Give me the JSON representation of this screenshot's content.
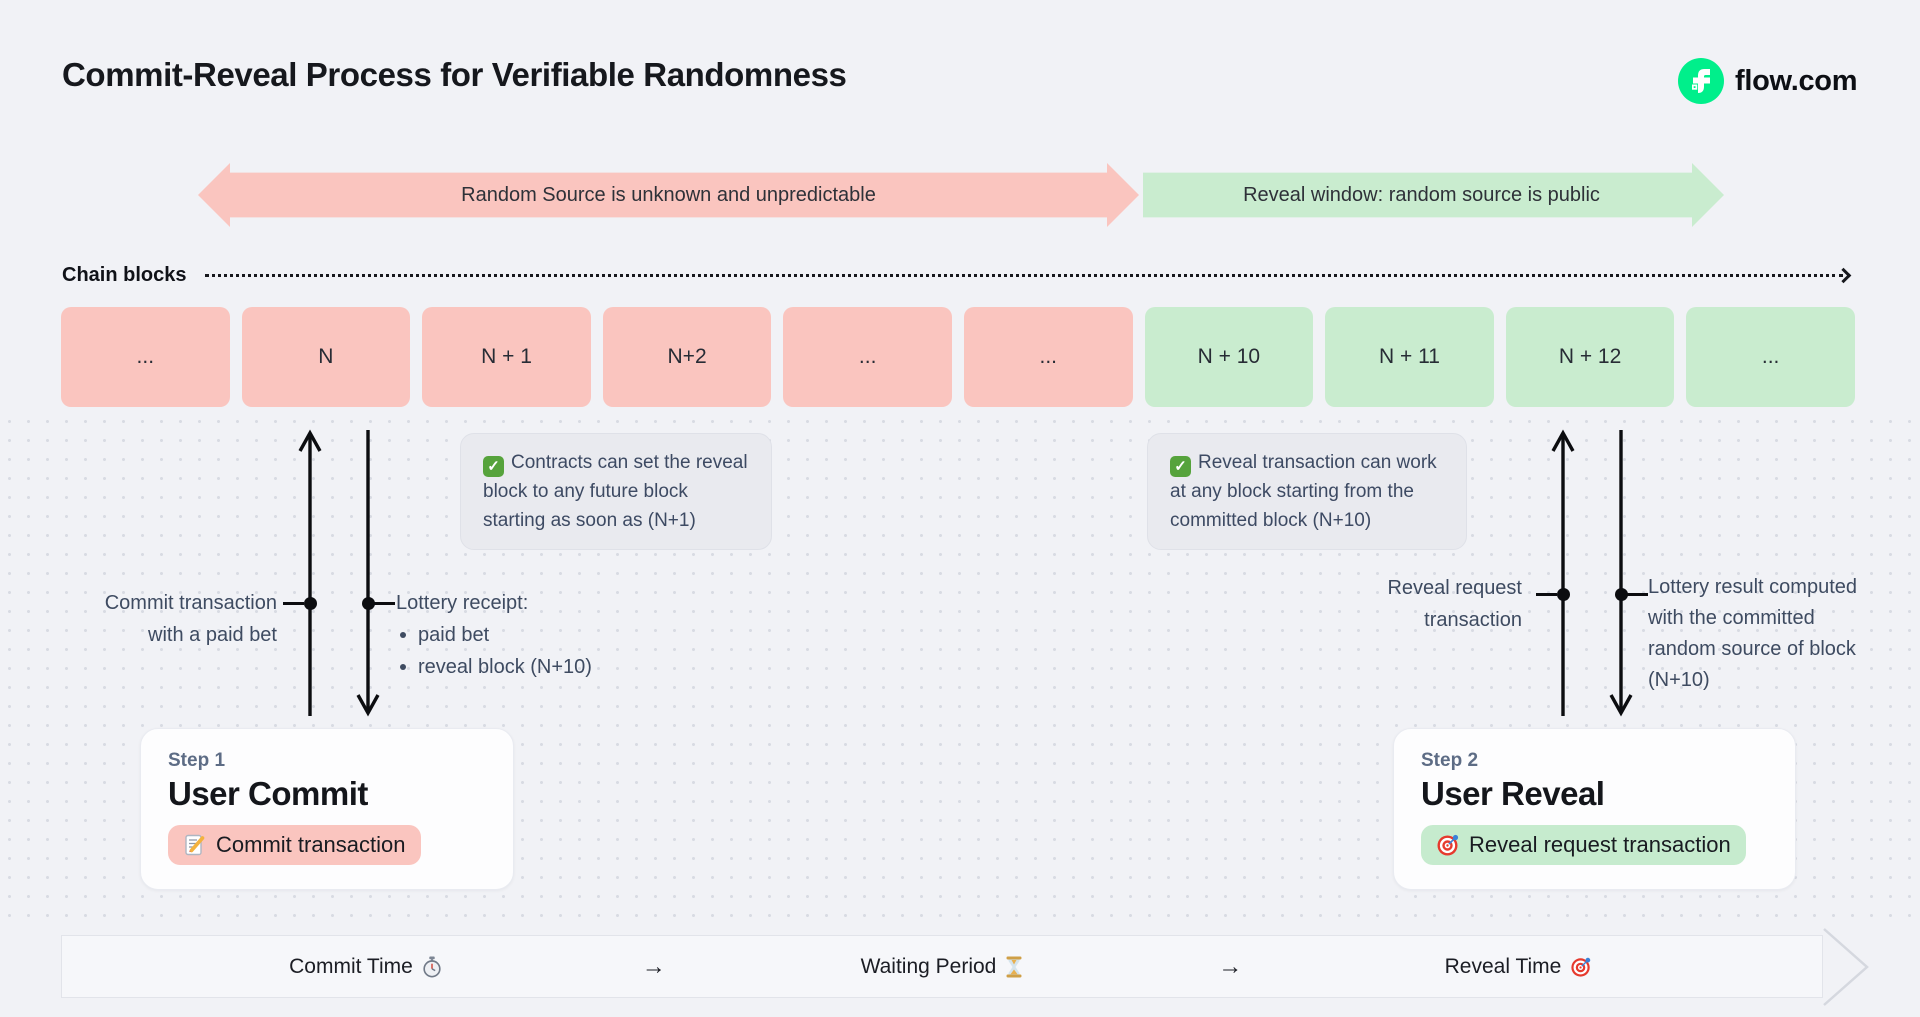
{
  "title": "Commit-Reveal Process for Verifiable Randomness",
  "brand": {
    "label": "flow.com",
    "icon": "flow-logo-icon",
    "logo_color": "#00ef8b"
  },
  "phase_arrows": {
    "unpredictable": {
      "label": "Random Source is unknown and unpredictable",
      "color": "#fac5bf"
    },
    "reveal_window": {
      "label": "Reveal window: random source is public",
      "color": "#c9eccf"
    }
  },
  "chain": {
    "label": "Chain blocks",
    "blocks": [
      {
        "label": "...",
        "phase": "commit"
      },
      {
        "label": "N",
        "phase": "commit"
      },
      {
        "label": "N + 1",
        "phase": "commit"
      },
      {
        "label": "N+2",
        "phase": "commit"
      },
      {
        "label": "...",
        "phase": "commit"
      },
      {
        "label": "...",
        "phase": "commit"
      },
      {
        "label": "N + 10",
        "phase": "reveal"
      },
      {
        "label": "N + 11",
        "phase": "reveal"
      },
      {
        "label": "N + 12",
        "phase": "reveal"
      },
      {
        "label": "...",
        "phase": "reveal"
      }
    ]
  },
  "notes": {
    "commit": {
      "icon": "check-icon",
      "text": "Contracts can set the reveal block to any future block starting as soon as (N+1)"
    },
    "reveal": {
      "icon": "check-icon",
      "text": "Reveal transaction can work at any block starting from the committed block (N+10)"
    }
  },
  "flow_labels": {
    "commit_tx": "Commit transaction with a paid bet",
    "lottery_receipt_title": "Lottery receipt:",
    "lottery_receipt_items": [
      "paid bet",
      "reveal block (N+10)"
    ],
    "reveal_request": "Reveal request transaction",
    "lottery_result": "Lottery result computed with the committed random source of block (N+10)"
  },
  "steps": [
    {
      "eyebrow": "Step 1",
      "title": "User Commit",
      "pill": {
        "icon": "memo-icon",
        "label": "Commit transaction"
      }
    },
    {
      "eyebrow": "Step 2",
      "title": "User Reveal",
      "pill": {
        "icon": "target-icon",
        "label": "Reveal request transaction"
      }
    }
  ],
  "timeline": {
    "separator": "→",
    "items": [
      {
        "label": "Commit Time",
        "icon": "stopwatch-icon"
      },
      {
        "label": "Waiting Period",
        "icon": "hourglass-icon"
      },
      {
        "label": "Reveal Time",
        "icon": "target-icon"
      }
    ]
  }
}
